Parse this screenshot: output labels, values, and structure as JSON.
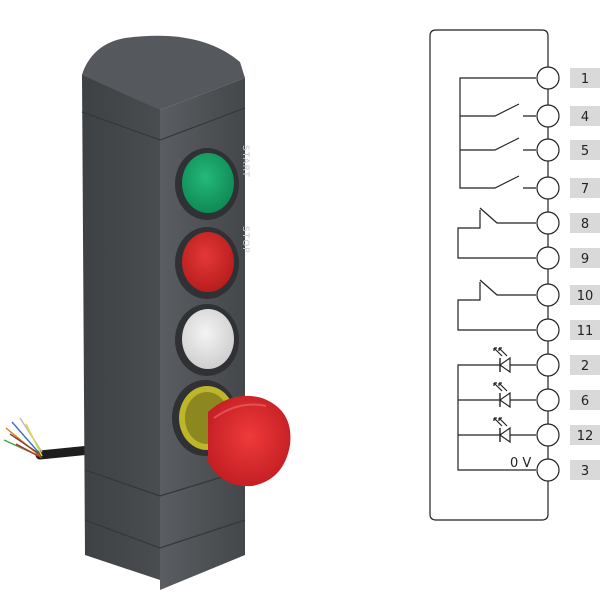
{
  "device": {
    "start_text": "START",
    "stop_text": "STOP",
    "colors": {
      "housing": "#4a4d50",
      "housing_dark": "#3b3e41",
      "green_button": "#1aa36a",
      "red_button": "#d82a2a",
      "white_button": "#e8e8e8",
      "mushroom": "#e0262b",
      "yellow_ring": "#c9c12a"
    }
  },
  "diagram": {
    "terminals": [
      "1",
      "4",
      "5",
      "7",
      "8",
      "9",
      "10",
      "11",
      "2",
      "6",
      "12",
      "3"
    ],
    "zero_volt_label": "0 V"
  }
}
